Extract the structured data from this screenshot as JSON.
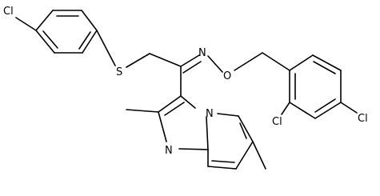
{
  "structure": {
    "atoms": {
      "cl_top_left": "Cl",
      "sulfur": "S",
      "imine_n": "N",
      "oxime_o": "O",
      "cl_ortho": "Cl",
      "cl_para": "Cl",
      "ring_n_imidazole": "N",
      "ring_n_bridgehead": "N"
    }
  }
}
